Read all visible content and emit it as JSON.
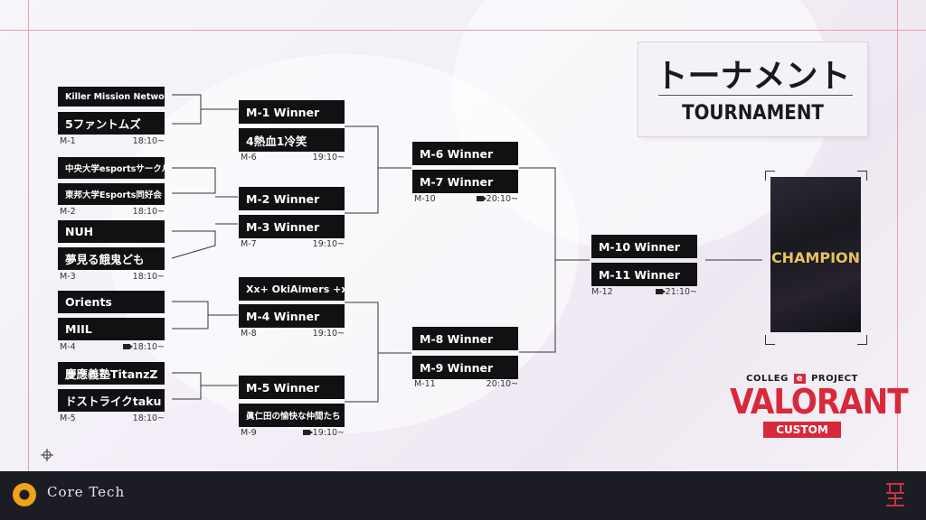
{
  "title": {
    "jp": "トーナメント",
    "en": "TOURNAMENT"
  },
  "round1": [
    {
      "id": "M-1",
      "time": "18:10~",
      "cam": false,
      "teams": [
        "Killer Mission Network",
        "5ファントムズ"
      ]
    },
    {
      "id": "M-2",
      "time": "18:10~",
      "cam": false,
      "teams": [
        "中央大学esportsサークル",
        "東邦大学Esports同好会"
      ]
    },
    {
      "id": "M-3",
      "time": "18:10~",
      "cam": false,
      "teams": [
        "NUH",
        "夢見る餓鬼ども"
      ]
    },
    {
      "id": "M-4",
      "time": "18:10~",
      "cam": true,
      "teams": [
        "Orients",
        "MIIL"
      ]
    },
    {
      "id": "M-5",
      "time": "18:10~",
      "cam": false,
      "teams": [
        "慶應義塾TitanzZ",
        "ドストライクtaku"
      ]
    }
  ],
  "round2": [
    {
      "id": "M-6",
      "time": "19:10~",
      "cam": false,
      "teams": [
        "M-1 Winner",
        "4熱血1冷笑"
      ]
    },
    {
      "id": "M-7",
      "time": "19:10~",
      "cam": false,
      "teams": [
        "M-2 Winner",
        "M-3 Winner"
      ]
    },
    {
      "id": "M-8",
      "time": "19:10~",
      "cam": false,
      "teams": [
        "Xx+ OkiAimers +xX",
        "M-4 Winner"
      ]
    },
    {
      "id": "M-9",
      "time": "19:10~",
      "cam": true,
      "teams": [
        "M-5 Winner",
        "眞仁田の愉快な仲間たち"
      ]
    }
  ],
  "round3": [
    {
      "id": "M-10",
      "time": "20:10~",
      "cam": true,
      "teams": [
        "M-6 Winner",
        "M-7 Winner"
      ]
    },
    {
      "id": "M-11",
      "time": "20:10~",
      "cam": false,
      "teams": [
        "M-8 Winner",
        "M-9 Winner"
      ]
    }
  ],
  "final": {
    "id": "M-12",
    "time": "21:10~",
    "cam": true,
    "teams": [
      "M-10 Winner",
      "M-11 Winner"
    ]
  },
  "champion": {
    "label": "CHAMPION"
  },
  "brand": {
    "top": "COLLEG",
    "top_right": "PROJECT",
    "main": "VALORANT",
    "sub": "CUSTOM"
  },
  "footer": {
    "logo_text": "Core Tech"
  },
  "colors": {
    "box": "#111114",
    "accent": "#d8293a",
    "gold": "#e6c35b"
  }
}
